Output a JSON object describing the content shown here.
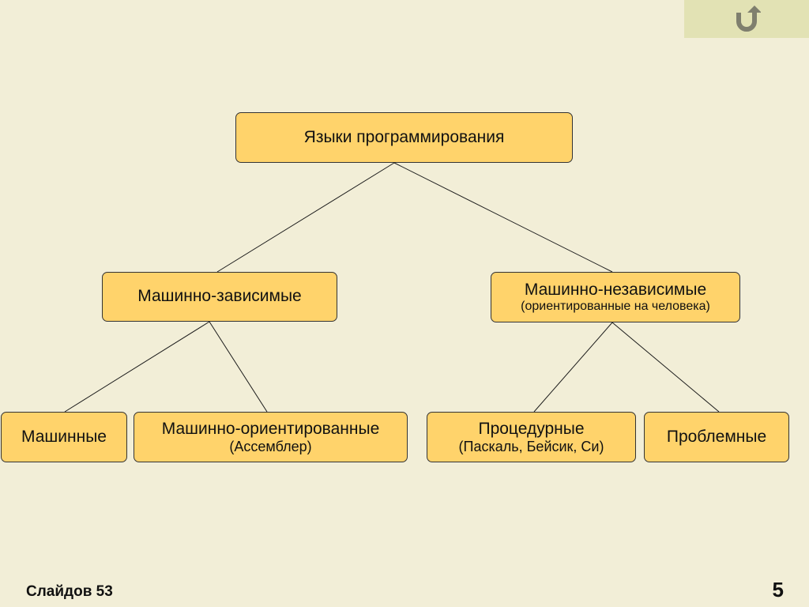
{
  "diagram": {
    "nodes": {
      "root": {
        "label": "Языки программирования"
      },
      "dependent": {
        "label": "Машинно-зависимые"
      },
      "independent": {
        "label": "Машинно-независимые",
        "sublabel": "(ориентированные на человека)"
      },
      "machine": {
        "label": "Машинные"
      },
      "assembler": {
        "label": "Машинно-ориентированные",
        "sublabel": "(Ассемблер)"
      },
      "procedural": {
        "label": "Процедурные",
        "sublabel": "(Паскаль, Бейсик, Си)"
      },
      "problem": {
        "label": "Проблемные"
      }
    },
    "edges": [
      [
        "root",
        "dependent"
      ],
      [
        "root",
        "independent"
      ],
      [
        "dependent",
        "machine"
      ],
      [
        "dependent",
        "assembler"
      ],
      [
        "independent",
        "procedural"
      ],
      [
        "independent",
        "problem"
      ]
    ]
  },
  "footer": {
    "slide_count_label": "Слайдов 53",
    "page_number": "5"
  },
  "nav": {
    "back_icon": "u-turn-back-icon"
  },
  "colors": {
    "background": "#f2eed7",
    "node_fill": "#ffd36b",
    "nav_fill": "#e2e2b4",
    "icon": "#7f7f6e"
  }
}
